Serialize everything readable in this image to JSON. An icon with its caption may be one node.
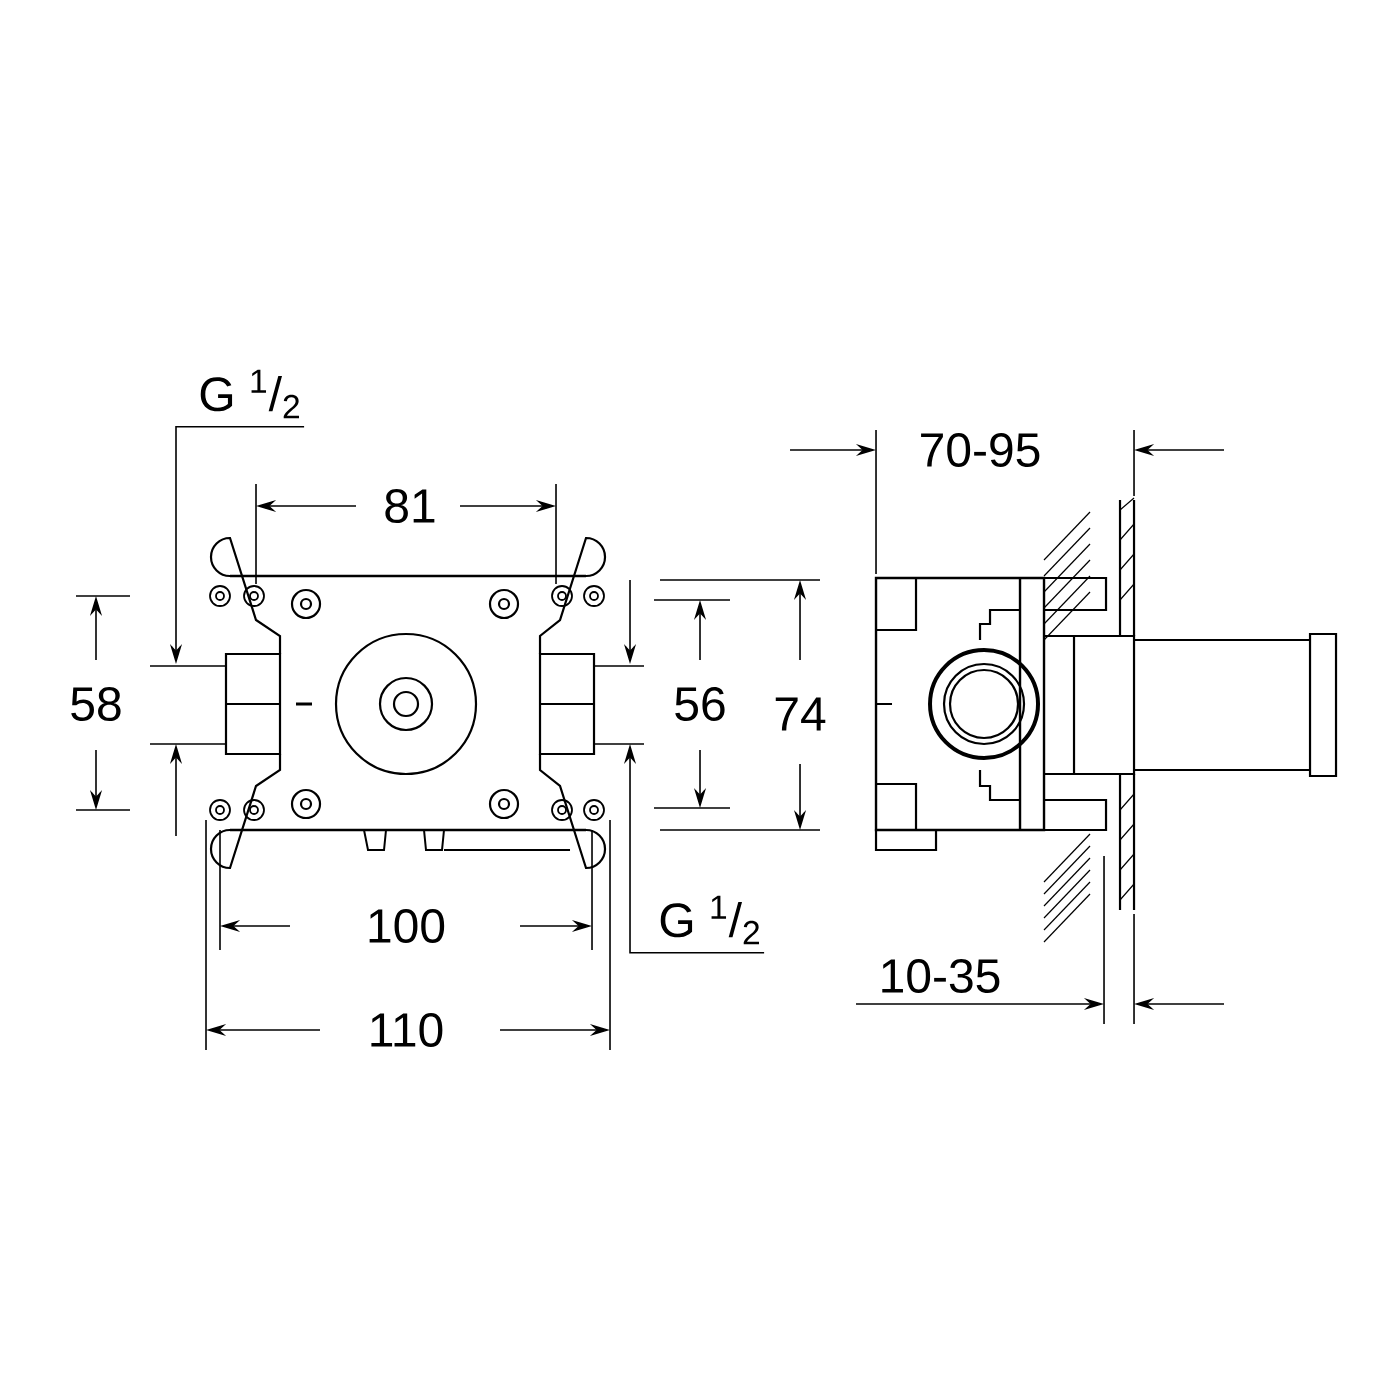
{
  "diagram": {
    "nodes": [
      {
        "text": [
          "G $^{1}$/$_{2}$"
        ]
      },
      {
        "text": [],
        "shape": "picture"
      },
      {
        "text": [
          "G $^{1}$/$_{2}$"
        ]
      }
    ],
    "edges": [
      {
        "from": 0,
        "to": 1,
        "arrow": "to"
      },
      {
        "from": 2,
        "to": 1,
        "arrow": "to"
      }
    ],
    "labels": [
      "81",
      "58",
      "56",
      "74",
      "100",
      "110",
      "70-95",
      "10-35"
    ]
  }
}
